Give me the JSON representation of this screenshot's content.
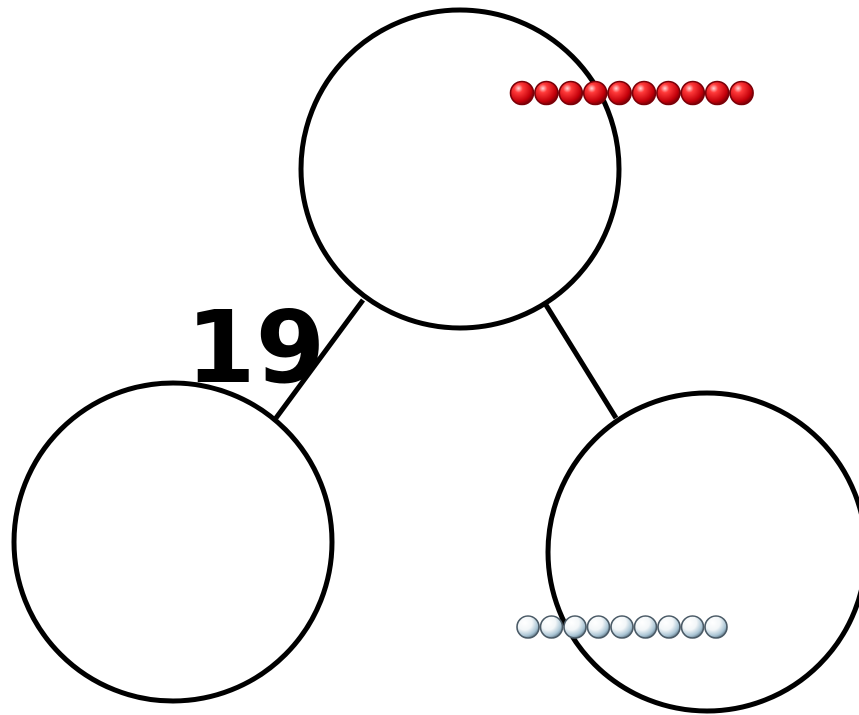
{
  "number_bond": {
    "label": "19",
    "whole": {
      "value": ""
    },
    "parts": [
      {
        "value": ""
      },
      {
        "value": ""
      }
    ]
  },
  "bead_strings": [
    {
      "name": "red-bead-string",
      "count": 10,
      "color": "#e0121b",
      "highlight": "#ffb0b0",
      "outline": "#7a0008"
    },
    {
      "name": "white-bead-string",
      "count": 9,
      "color": "#ffffff",
      "highlight": "#ffffff",
      "shade": "#8fb3c9",
      "outline": "#4a5a66"
    }
  ]
}
